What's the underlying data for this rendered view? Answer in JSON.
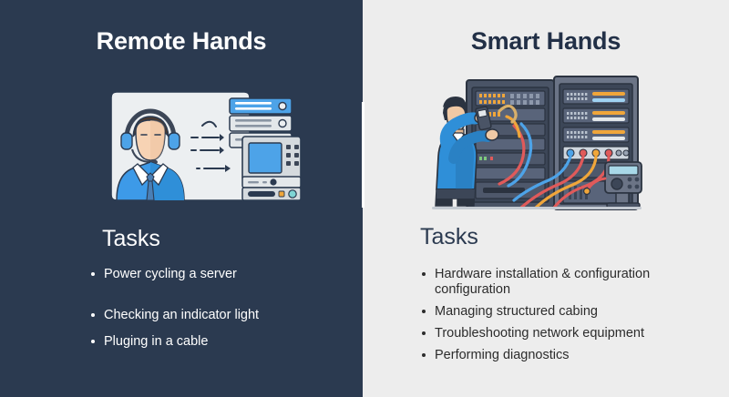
{
  "slide": {
    "background_left": "#2b3a50",
    "background_right": "#ededed",
    "divider_color": "#ffffff"
  },
  "left_panel": {
    "title": "Remote Hands",
    "tasks_heading": "Tasks",
    "title_color": "#ffffff",
    "text_color": "#ffffff",
    "tasks": [
      "Power cycling a server",
      "Checking an indicator light",
      "Pluging in a cable"
    ],
    "illustration": {
      "name": "remote-support-agent-illustration",
      "description": "Headset support agent in front of a whiteboard with arrows pointing to a stacked server and a monitor console",
      "accent_color": "#3d9ae8",
      "skin_color": "#f7d3b4",
      "hair_color": "#4a3a32",
      "shirt_color": "#3d9ae8",
      "card_color": "#eceff1"
    }
  },
  "right_panel": {
    "title": "Smart Hands",
    "tasks_heading": "Tasks",
    "title_color": "#223047",
    "text_color": "#2c2c2c",
    "tasks": [
      "Hardware installation & configuration configuration",
      "Managing structured cabing",
      "Troubleshooting network equipment",
      "Performing diagnostics"
    ],
    "illustration": {
      "name": "technician-server-rack-illustration",
      "description": "Technician in a blue shirt cabling a server rack with colored patch cords and a handheld tester",
      "rack_color": "#3c4657",
      "shirt_color": "#2f8fd8",
      "cable_colors": [
        "#d93a3a",
        "#e8a33d",
        "#3d9ae8",
        "#d9d9d9"
      ],
      "led_amber": "#f0a63a",
      "led_blue": "#3d9ae8"
    }
  }
}
